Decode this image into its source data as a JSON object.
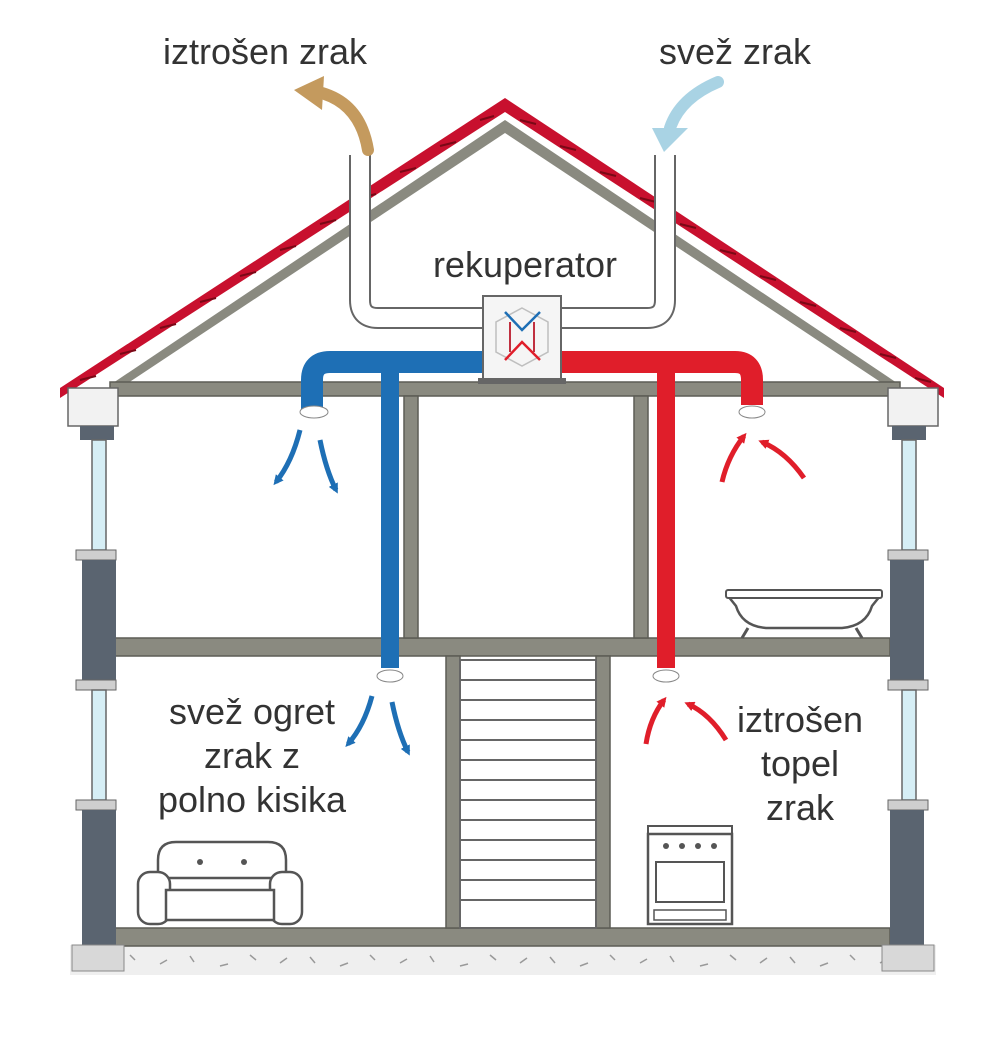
{
  "labels": {
    "exhaust_out": "iztrošen zrak",
    "fresh_in": "svež zrak",
    "unit": "rekuperator",
    "supply_lines": [
      "svež ogret",
      "zrak z",
      "polno kisika"
    ],
    "extract_lines": [
      "iztrošen",
      "topel",
      "zrak"
    ]
  },
  "colors": {
    "supply_duct": "#1e6fb5",
    "extract_duct": "#e01e2a",
    "exhaust_arrow": "#c49a5e",
    "fresh_arrow": "#a9d3e4",
    "roof_tiles": "#c8102e",
    "walls": "#8a8a80",
    "window_glass": "#d6eef5"
  }
}
